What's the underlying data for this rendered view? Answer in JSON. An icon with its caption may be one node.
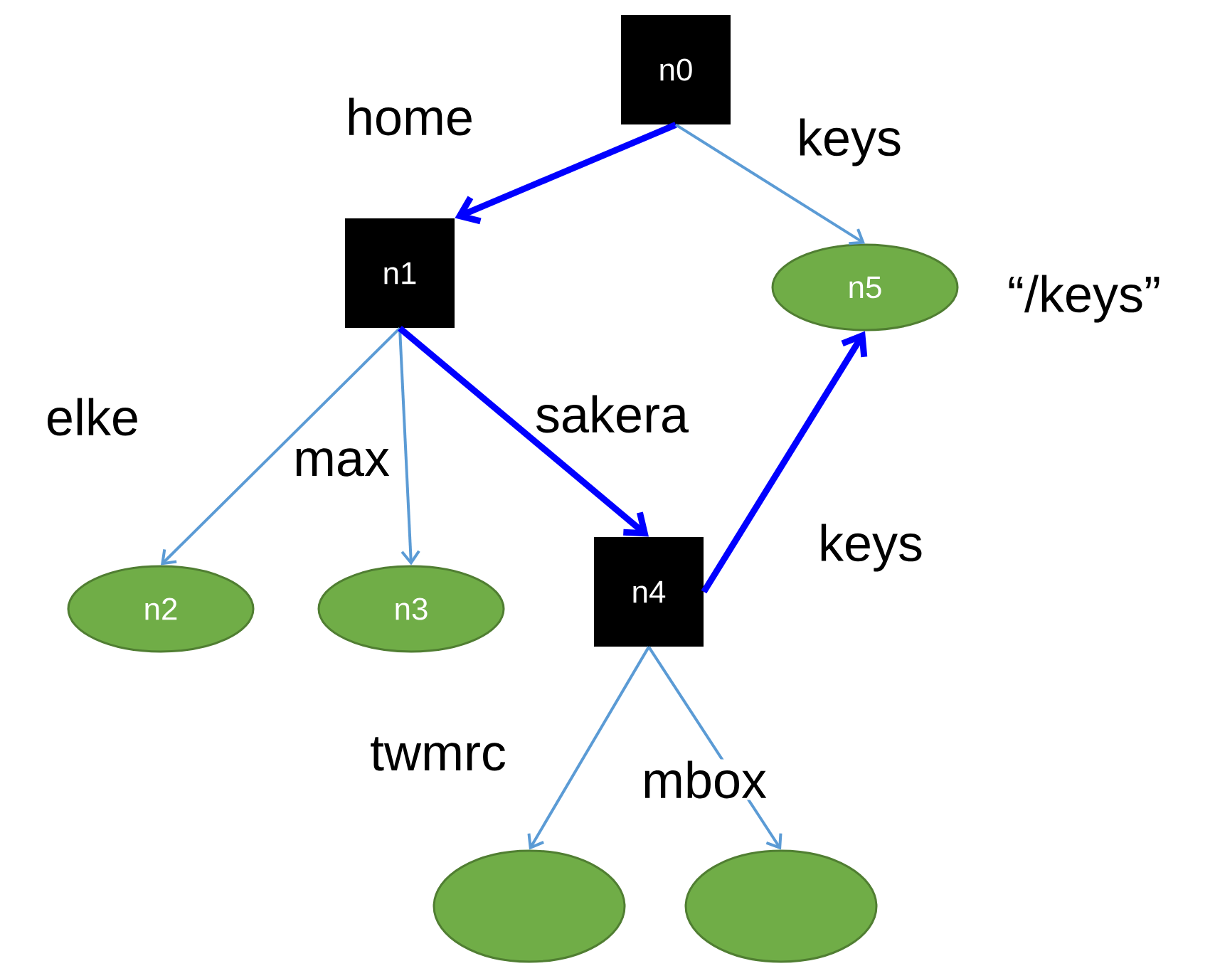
{
  "diagram": {
    "nodes": [
      {
        "text": [
          "n0"
        ]
      },
      {
        "text": [
          "n1"
        ]
      },
      {
        "text": [
          "n5"
        ],
        "beside": [
          "“/keys”"
        ]
      },
      {
        "text": [
          "n2"
        ]
      },
      {
        "text": [
          "n3"
        ]
      },
      {
        "text": [
          "n4"
        ]
      },
      {
        "text": [],
        "shape": "ellipse"
      },
      {
        "text": [],
        "shape": "ellipse"
      }
    ],
    "edges": [
      {
        "from": 0,
        "to": 1,
        "arrow": "to",
        "label": "home",
        "style": "thick",
        "color": "#0000ff"
      },
      {
        "from": 0,
        "to": 2,
        "arrow": "to",
        "label": "keys"
      },
      {
        "from": 1,
        "to": 3,
        "arrow": "to",
        "label": "elke"
      },
      {
        "from": 1,
        "to": 4,
        "arrow": "to",
        "label": "max"
      },
      {
        "from": 1,
        "to": 5,
        "arrow": "to",
        "label": "sakera",
        "style": "thick",
        "color": "#0000ff"
      },
      {
        "from": 5,
        "to": 2,
        "arrow": "to",
        "label": "keys",
        "style": "thick",
        "color": "#0000ff"
      },
      {
        "from": 5,
        "to": 6,
        "arrow": "to",
        "label": "twmrc"
      },
      {
        "from": 5,
        "to": 7,
        "arrow": "to",
        "label": "mbox"
      }
    ]
  }
}
